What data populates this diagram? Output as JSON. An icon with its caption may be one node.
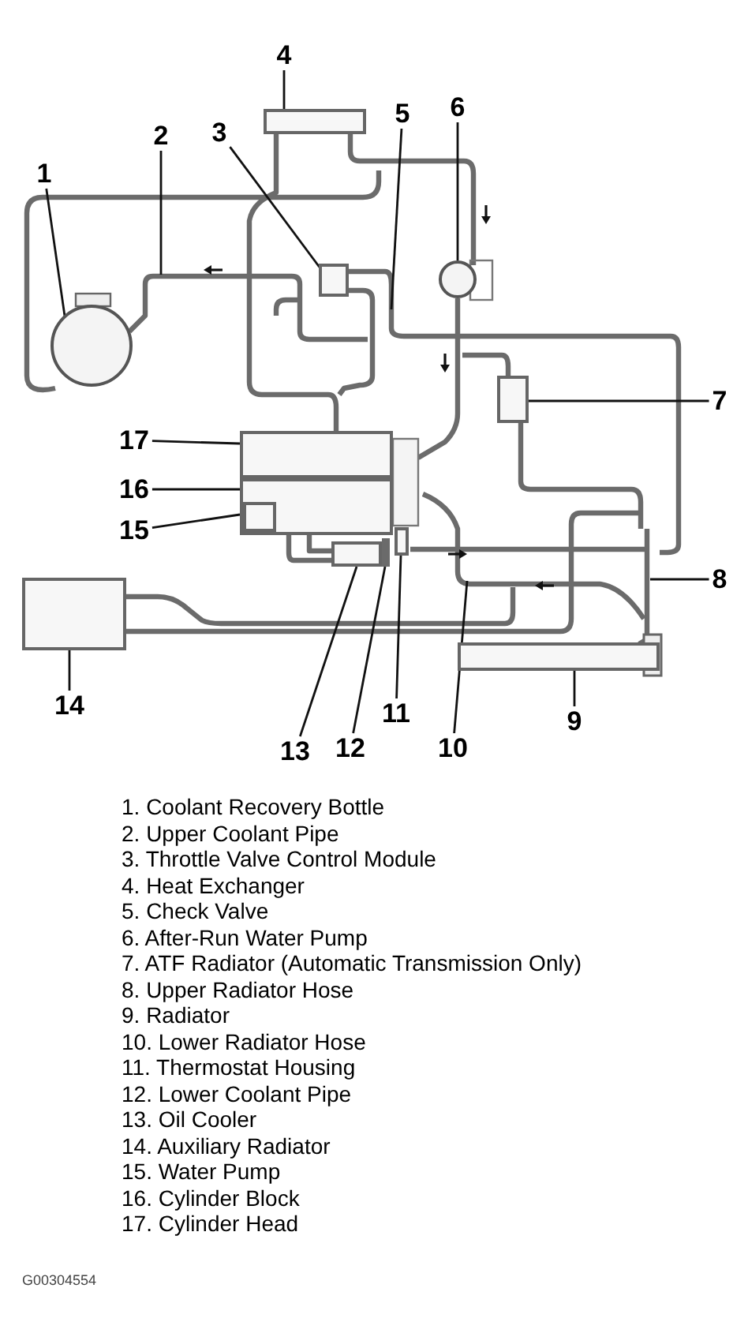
{
  "diagram": {
    "nodes": [
      {
        "text": [
          "1"
        ]
      },
      {
        "text": [
          "2"
        ]
      },
      {
        "text": [
          "3"
        ]
      },
      {
        "text": [
          "4"
        ]
      },
      {
        "text": [
          "5"
        ]
      },
      {
        "text": [
          "6"
        ]
      },
      {
        "text": [
          "7"
        ]
      },
      {
        "text": [
          "8"
        ]
      },
      {
        "text": [
          "9"
        ]
      },
      {
        "text": [
          "10"
        ]
      },
      {
        "text": [
          "11"
        ]
      },
      {
        "text": [
          "12"
        ]
      },
      {
        "text": [
          "13"
        ]
      },
      {
        "text": [
          "14"
        ]
      },
      {
        "text": [
          "15"
        ]
      },
      {
        "text": [
          "16"
        ]
      },
      {
        "text": [
          "17"
        ]
      },
      {
        "text": [],
        "shape": "circle"
      },
      {
        "text": [],
        "shape": "box"
      },
      {
        "text": [],
        "shape": "box"
      },
      {
        "text": [],
        "shape": "circle"
      },
      {
        "text": [],
        "shape": "box"
      },
      {
        "text": [],
        "shape": "box"
      },
      {
        "text": [],
        "shape": "box"
      },
      {
        "text": [],
        "shape": "box",
        "in": 23
      },
      {
        "text": [],
        "shape": "box"
      },
      {
        "text": [],
        "shape": "box"
      },
      {
        "text": [],
        "shape": "box"
      },
      {
        "text": [],
        "shape": "box"
      },
      {
        "text": [],
        "shape": "bar"
      }
    ],
    "edges": [
      {
        "from": 0,
        "to": 17,
        "arrow": "none"
      },
      {
        "from": 1,
        "to": null,
        "arrow": "none"
      },
      {
        "from": 2,
        "to": 18,
        "arrow": "none"
      },
      {
        "from": 3,
        "to": 19,
        "arrow": "none"
      },
      {
        "from": 4,
        "to": null,
        "arrow": "none"
      },
      {
        "from": 5,
        "to": 20,
        "arrow": "none"
      },
      {
        "from": 6,
        "to": 21,
        "arrow": "none"
      },
      {
        "from": 7,
        "to": null,
        "arrow": "none"
      },
      {
        "from": 8,
        "to": 27,
        "arrow": "none"
      },
      {
        "from": 9,
        "to": null,
        "arrow": "none"
      },
      {
        "from": 10,
        "to": 28,
        "arrow": "none"
      },
      {
        "from": 11,
        "to": 29,
        "arrow": "none"
      },
      {
        "from": 12,
        "to": 25,
        "arrow": "none"
      },
      {
        "from": 13,
        "to": 26,
        "arrow": "none"
      },
      {
        "from": 14,
        "to": 24,
        "arrow": "none"
      },
      {
        "from": 15,
        "to": 23,
        "arrow": "none"
      },
      {
        "from": 16,
        "to": 22,
        "arrow": "none"
      }
    ],
    "labels": [
      "1. Coolant Recovery Bottle",
      "2. Upper Coolant Pipe",
      "3. Throttle Valve Control Module",
      "4. Heat Exchanger",
      "5. Check Valve",
      "6. After-Run Water Pump",
      "7. ATF Radiator (Automatic Transmission Only)",
      "8. Upper Radiator Hose",
      "9. Radiator",
      "10. Lower Radiator Hose",
      "11. Thermostat Housing",
      "12. Lower Coolant Pipe",
      "13. Oil Cooler",
      "14. Auxiliary Radiator",
      "15. Water Pump",
      "16. Cylinder Block",
      "17. Cylinder Head",
      "G00304554"
    ]
  }
}
